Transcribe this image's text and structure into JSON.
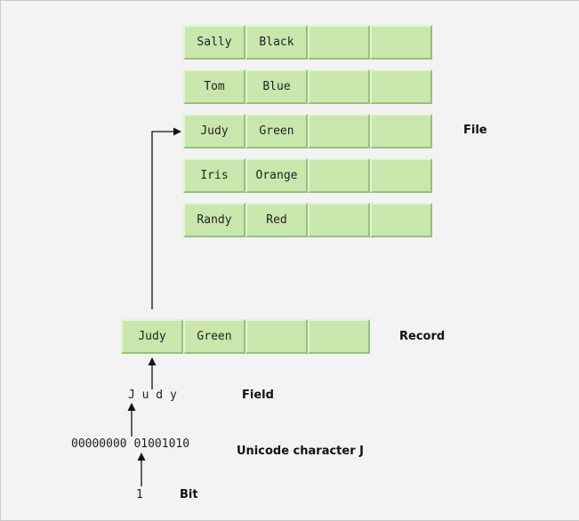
{
  "file": {
    "label": "File",
    "records": [
      {
        "fields": [
          "Sally",
          "Black",
          "",
          ""
        ]
      },
      {
        "fields": [
          "Tom",
          "Blue",
          "",
          ""
        ]
      },
      {
        "fields": [
          "Judy",
          "Green",
          "",
          ""
        ]
      },
      {
        "fields": [
          "Iris",
          "Orange",
          "",
          ""
        ]
      },
      {
        "fields": [
          "Randy",
          "Red",
          "",
          ""
        ]
      }
    ]
  },
  "record": {
    "label": "Record",
    "fields": [
      "Judy",
      "Green",
      "",
      ""
    ]
  },
  "field": {
    "label": "Field",
    "text": "J u d y"
  },
  "character": {
    "label": "Unicode character J",
    "bits": "00000000 01001010"
  },
  "bit": {
    "label": "Bit",
    "value": "1"
  }
}
